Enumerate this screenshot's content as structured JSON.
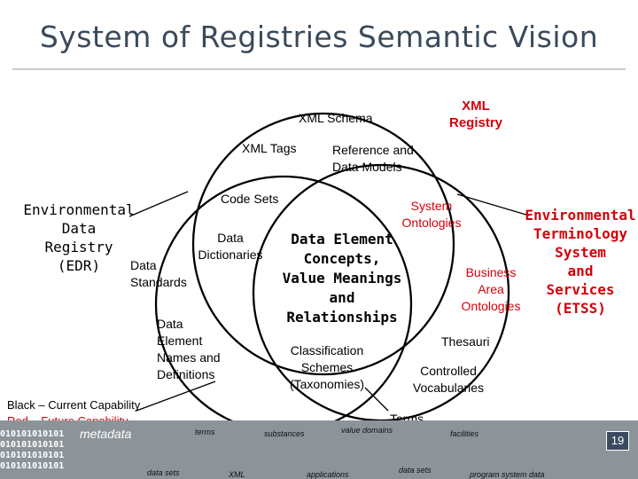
{
  "title": "System of Registries Semantic Vision",
  "labels": {
    "xml_schema": "XML Schema",
    "xml_registry": "XML\nRegistry",
    "xml_tags": "XML Tags",
    "reference_data_models": "Reference and\nData Models",
    "code_sets": "Code Sets",
    "system_ontologies": "System\nOntologies",
    "edr": "Environmental\nData\nRegistry\n(EDR)",
    "data_dictionaries": "Data\nDictionaries",
    "data_standards": "Data\nStandards",
    "center": "Data Element\nConcepts,\nValue Meanings\nand\nRelationships",
    "business_area_ontologies": "Business\nArea\nOntologies",
    "etss": "Environmental\nTerminology\nSystem\nand\nServices\n(ETSS)",
    "data_element_names": "Data\nElement\nNames and\nDefinitions",
    "classification_schemes": "Classification\nSchemes\n(Taxonomies)",
    "thesauri": "Thesauri",
    "controlled_vocabularies": "Controlled\nVocabularies",
    "terms": "Terms"
  },
  "legend": {
    "current": "Black – Current Capability",
    "future": "Red – Future Capability"
  },
  "footer": {
    "metadata": "metadata",
    "binary": "010101010101\n010101010101\n010101010101\n010101010101",
    "words": [
      "terms",
      "substances",
      "value domains",
      "facilities",
      "data sets",
      "XML",
      "applications",
      "data sets",
      "program system data"
    ],
    "page_number": "19"
  },
  "colors": {
    "title": "#3a4a5a",
    "future": "#d4000a",
    "circle": "#000000",
    "footer_bg": "#8c949a"
  }
}
